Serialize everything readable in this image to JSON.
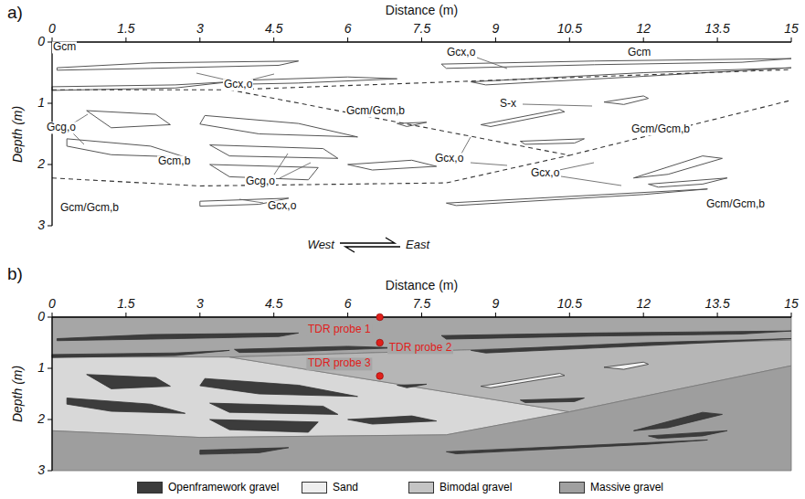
{
  "diagram": {
    "labels": [
      "a)",
      "Distance (m)",
      "0",
      "1.5",
      "3",
      "4.5",
      "6",
      "7.5",
      "9",
      "10.5",
      "12",
      "13.5",
      "15",
      "0",
      "1",
      "2",
      "3",
      "Depth (m)",
      "Gcm",
      "Gcx,o",
      "Gcx,o",
      "Gcm",
      "Gcm/Gcm,b",
      "S-x",
      "Gcm/Gcm,b",
      "Gcg,o",
      "Gcm,b",
      "Gcx,o",
      "Gcg,o",
      "Gcx,o",
      "Gcm/Gcm,b",
      "Gcx,o",
      "Gcm/Gcm,b",
      "West",
      "East",
      "b)",
      "Distance (m)",
      "0",
      "1.5",
      "3",
      "4.5",
      "6",
      "7.5",
      "9",
      "10.5",
      "12",
      "13.5",
      "15",
      "0",
      "1",
      "2",
      "3",
      "Depth (m)",
      "TDR probe 1",
      "TDR probe 2",
      "TDR probe 3"
    ],
    "legend": [
      {
        "text": "Openframework gravel",
        "color": "#3c3c3c"
      },
      {
        "text": "Sand",
        "color": "#eeeeee"
      },
      {
        "text": "Bimodal gravel",
        "color": "#c4c4c4"
      },
      {
        "text": "Massive gravel",
        "color": "#a0a0a0"
      }
    ]
  }
}
